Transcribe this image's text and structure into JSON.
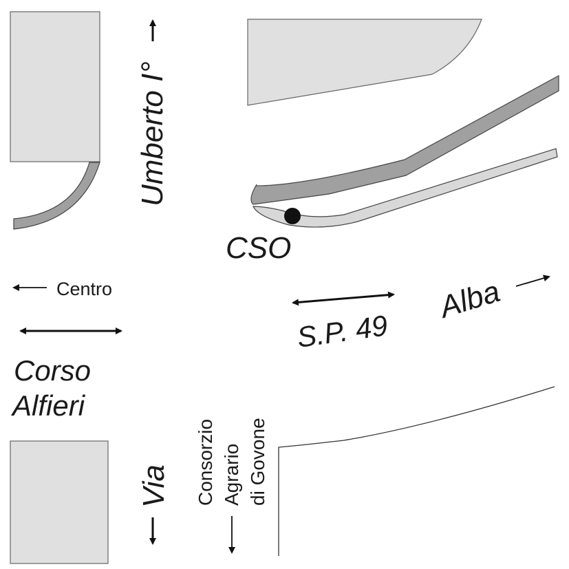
{
  "labels": {
    "umberto": "Umberto I°",
    "cso": "CSO",
    "centro": "Centro",
    "alba": "Alba",
    "sp49": "S.P. 49",
    "corso": "Corso",
    "alfieri": "Alfieri",
    "via": "Via",
    "consorzio": "Consorzio",
    "agrario": "Agrario",
    "di_govone": "di Govone"
  },
  "colors": {
    "block_fill": "#e0e0e0",
    "road_dark": "#a0a0a0",
    "road_light": "#d8d8d8",
    "outline": "#333333",
    "marker": "#111111"
  },
  "icons": [
    "arrow-icon",
    "double-arrow-icon",
    "location-marker-icon"
  ]
}
